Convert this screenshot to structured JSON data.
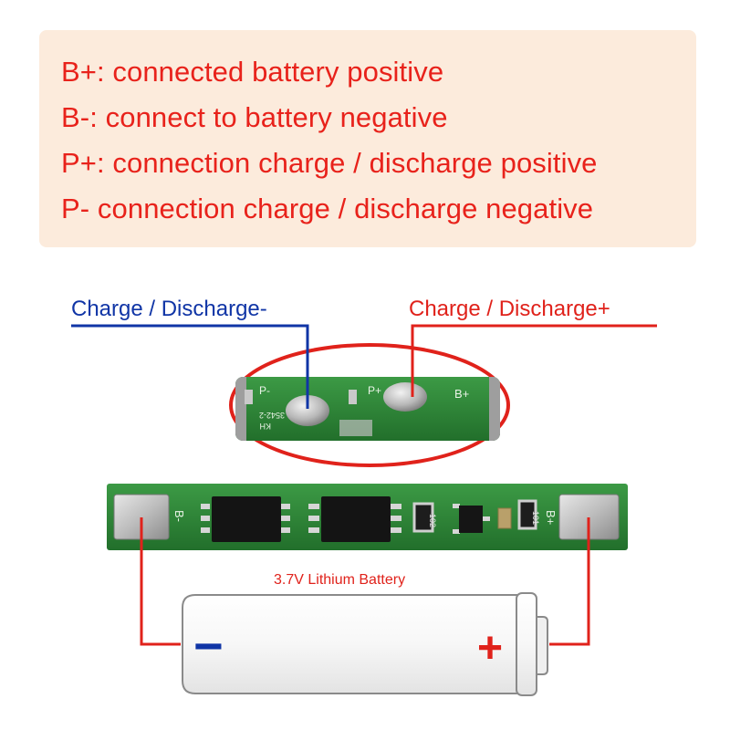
{
  "legend": {
    "lines": [
      "B+: connected battery positive",
      "B-: connect to battery negative",
      "P+: connection charge / discharge positive",
      "P- connection charge / discharge negative"
    ]
  },
  "labels": {
    "charge_discharge_negative": "Charge / Discharge-",
    "charge_discharge_positive": "Charge / Discharge+",
    "battery": "3.7V Lithium Battery"
  },
  "board_markings": {
    "p_minus": "P-",
    "p_plus": "P+",
    "b_plus_zoom": "B+",
    "kh": "KH",
    "board_code": "3542-2",
    "b_minus": "B-",
    "b_plus": "B+",
    "resistor_1": "102",
    "resistor_2": "101"
  },
  "battery_symbols": {
    "negative": "−",
    "positive": "+"
  },
  "colors": {
    "legend_text": "#e8221b",
    "negative_wire": "#1035a6",
    "positive_wire": "#e0221b",
    "pcb_green": "#2e8b3a",
    "legend_background": "#fcebdc"
  }
}
